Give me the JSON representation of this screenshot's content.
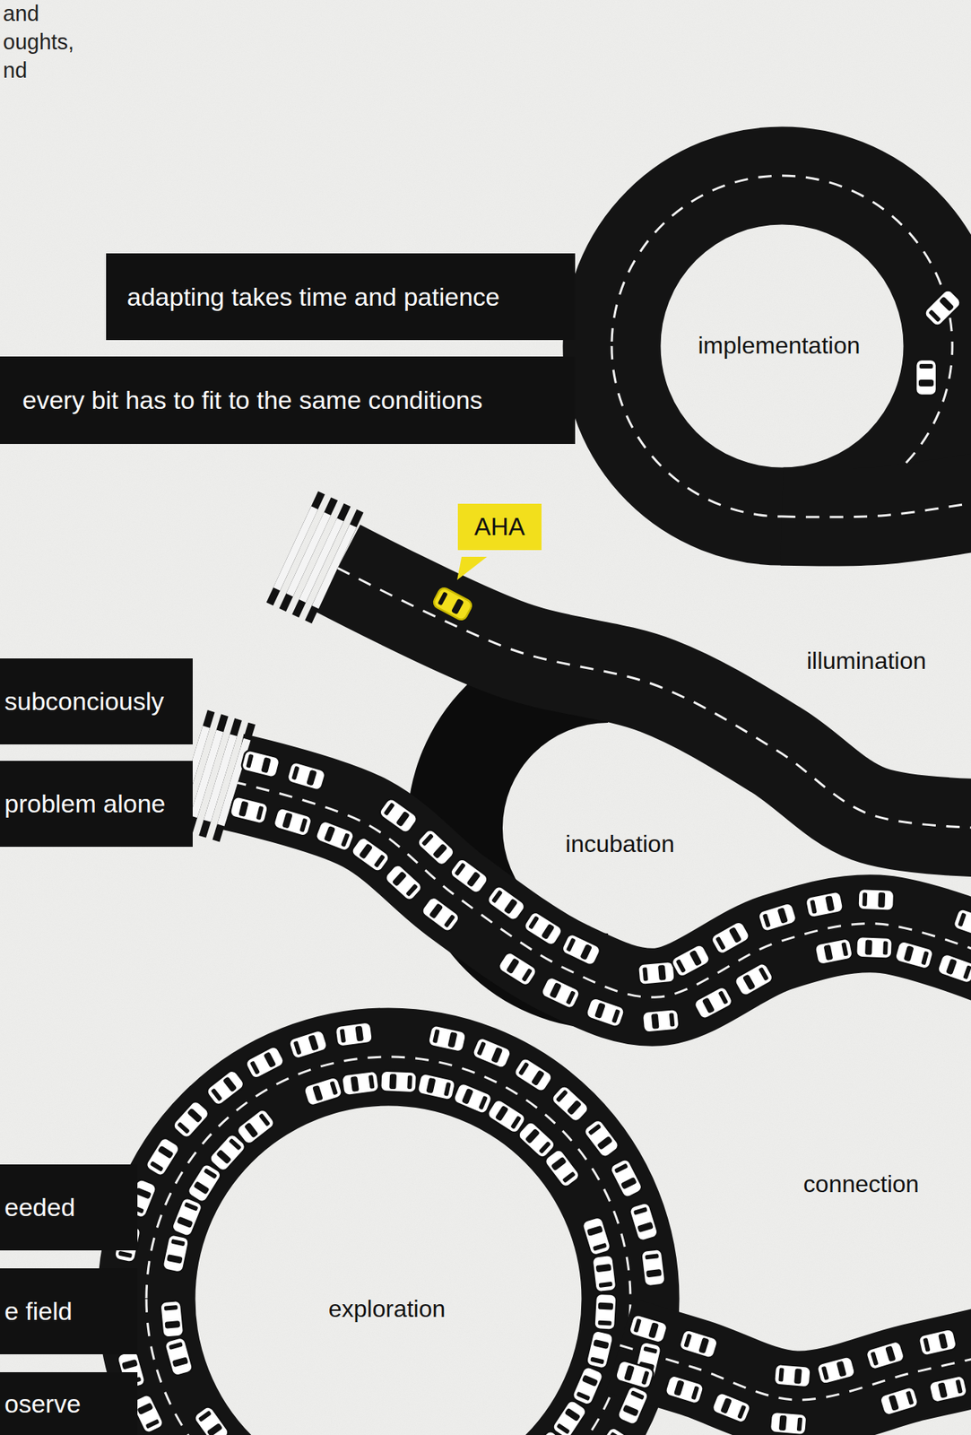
{
  "diagram": {
    "nodes": [
      {
        "text": [
          "adapting takes time and patience"
        ]
      },
      {
        "text": [
          "every bit has to fit to the same conditions"
        ]
      },
      {
        "text": [
          "implementation"
        ]
      },
      {
        "text": [
          "AHA"
        ]
      },
      {
        "text": [
          "illumination"
        ]
      },
      {
        "text": [
          "subconciously"
        ]
      },
      {
        "text": [
          "problem alone"
        ]
      },
      {
        "text": [
          "incubation"
        ]
      },
      {
        "text": [
          "connection"
        ]
      },
      {
        "text": [
          "eeded"
        ]
      },
      {
        "text": [
          "e field"
        ]
      },
      {
        "text": [
          "exploration"
        ]
      },
      {
        "text": [
          "oserve"
        ]
      }
    ],
    "labels": [
      "and",
      "oughts,",
      "nd"
    ]
  }
}
